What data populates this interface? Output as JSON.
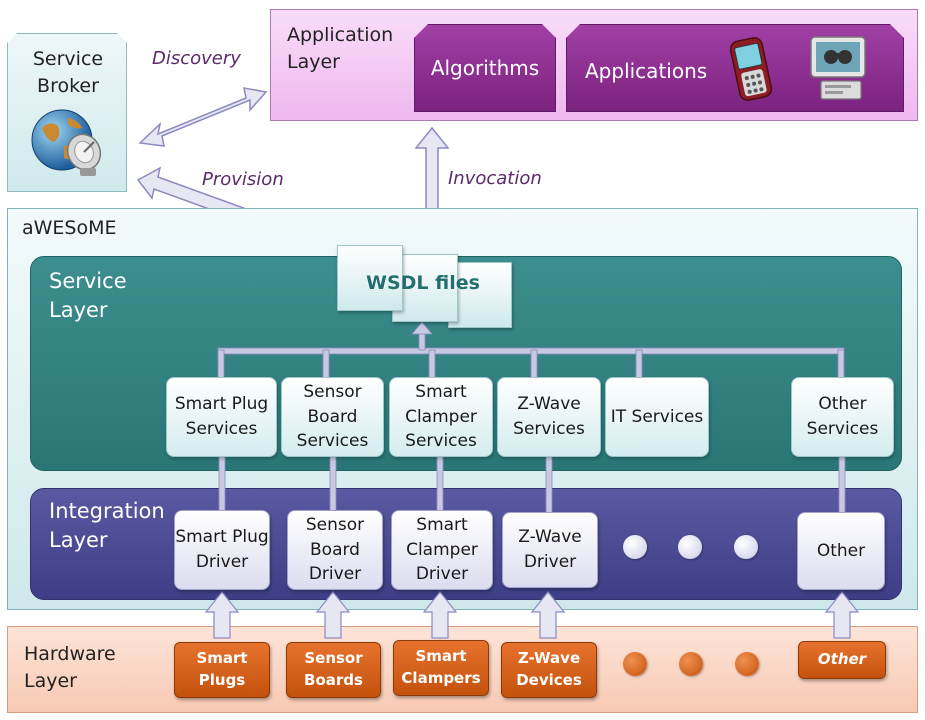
{
  "application_layer": {
    "title": "Application Layer",
    "algorithms": "Algorithms",
    "applications": "Applications"
  },
  "service_broker": {
    "title": "Service Broker"
  },
  "arrows": {
    "discovery": "Discovery",
    "provision": "Provision",
    "invocation": "Invocation"
  },
  "awesome": {
    "title": "aWESoME",
    "service_layer": {
      "title": "Service Layer",
      "wsdl": "WSDL files",
      "services": [
        "Smart Plug Services",
        "Sensor Board Services",
        "Smart Clamper Services",
        "Z-Wave Services",
        "IT Services",
        "Other Services"
      ]
    },
    "integration_layer": {
      "title": "Integration Layer",
      "drivers": [
        "Smart Plug Driver",
        "Sensor Board Driver",
        "Smart Clamper Driver",
        "Z-Wave Driver",
        "Other"
      ]
    }
  },
  "hardware_layer": {
    "title": "Hardware Layer",
    "devices": [
      "Smart Plugs",
      "Sensor Boards",
      "Smart Clampers",
      "Z-Wave Devices",
      "Other"
    ]
  },
  "colors": {
    "application_layer": "#f5ccf5",
    "purple_pill": "#8e2e93",
    "service_layer": "#2e7d7d",
    "integration_layer": "#46468e",
    "hardware_layer": "#fbd5c3",
    "hardware_box": "#d2601a",
    "arrow": "#d8d8ec"
  }
}
